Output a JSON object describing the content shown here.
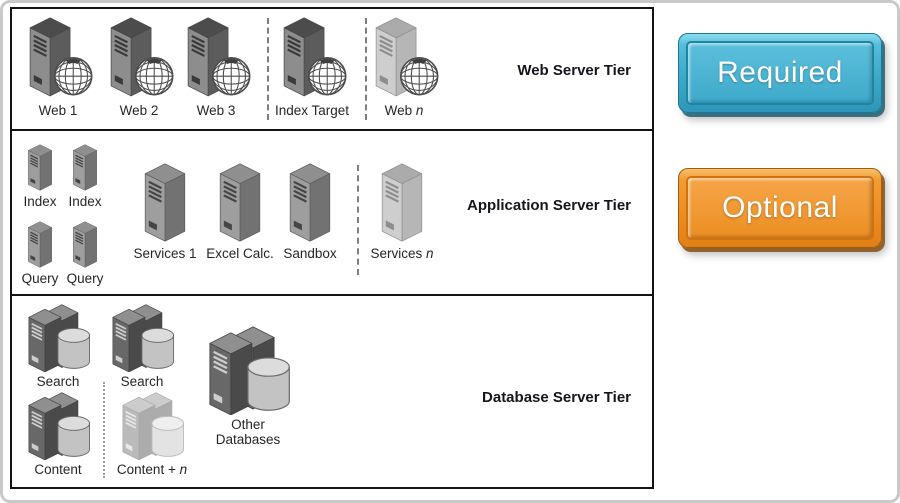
{
  "legend": {
    "required_label": "Required",
    "optional_label": "Optional",
    "required_color": "#3aa7c9",
    "optional_color": "#ec8c20"
  },
  "tiers": [
    {
      "title": "Web Server Tier",
      "items": [
        {
          "label": "Web 1",
          "icon": "server-with-globe-icon"
        },
        {
          "label": "Web 2",
          "icon": "server-with-globe-icon"
        },
        {
          "label": "Web 3",
          "icon": "server-with-globe-icon"
        },
        {
          "label": "Index Target",
          "icon": "server-with-globe-icon"
        },
        {
          "label": "Web ",
          "n": "n",
          "icon": "server-with-globe-icon",
          "variant": "light"
        }
      ]
    },
    {
      "title": "Application Server Tier",
      "items": [
        {
          "label": "Index",
          "icon": "server-tower-icon"
        },
        {
          "label": "Index",
          "icon": "server-tower-icon"
        },
        {
          "label": "Query",
          "icon": "server-tower-icon"
        },
        {
          "label": "Query",
          "icon": "server-tower-icon"
        },
        {
          "label": "Services 1",
          "icon": "server-tower-icon"
        },
        {
          "label": "Excel Calc.",
          "icon": "server-tower-icon"
        },
        {
          "label": "Sandbox",
          "icon": "server-tower-icon"
        },
        {
          "label": "Services ",
          "n": "n",
          "icon": "server-tower-icon",
          "variant": "light"
        }
      ]
    },
    {
      "title": "Database Server Tier",
      "items": [
        {
          "label": "Search",
          "icon": "database-server-icon"
        },
        {
          "label": "Search",
          "icon": "database-server-icon"
        },
        {
          "label": "Content",
          "icon": "database-server-icon"
        },
        {
          "label": "Content + ",
          "n": "n",
          "icon": "database-server-icon",
          "variant": "faded"
        },
        {
          "label": "Other Databases",
          "icon": "database-server-icon",
          "variant": "large"
        }
      ]
    }
  ]
}
